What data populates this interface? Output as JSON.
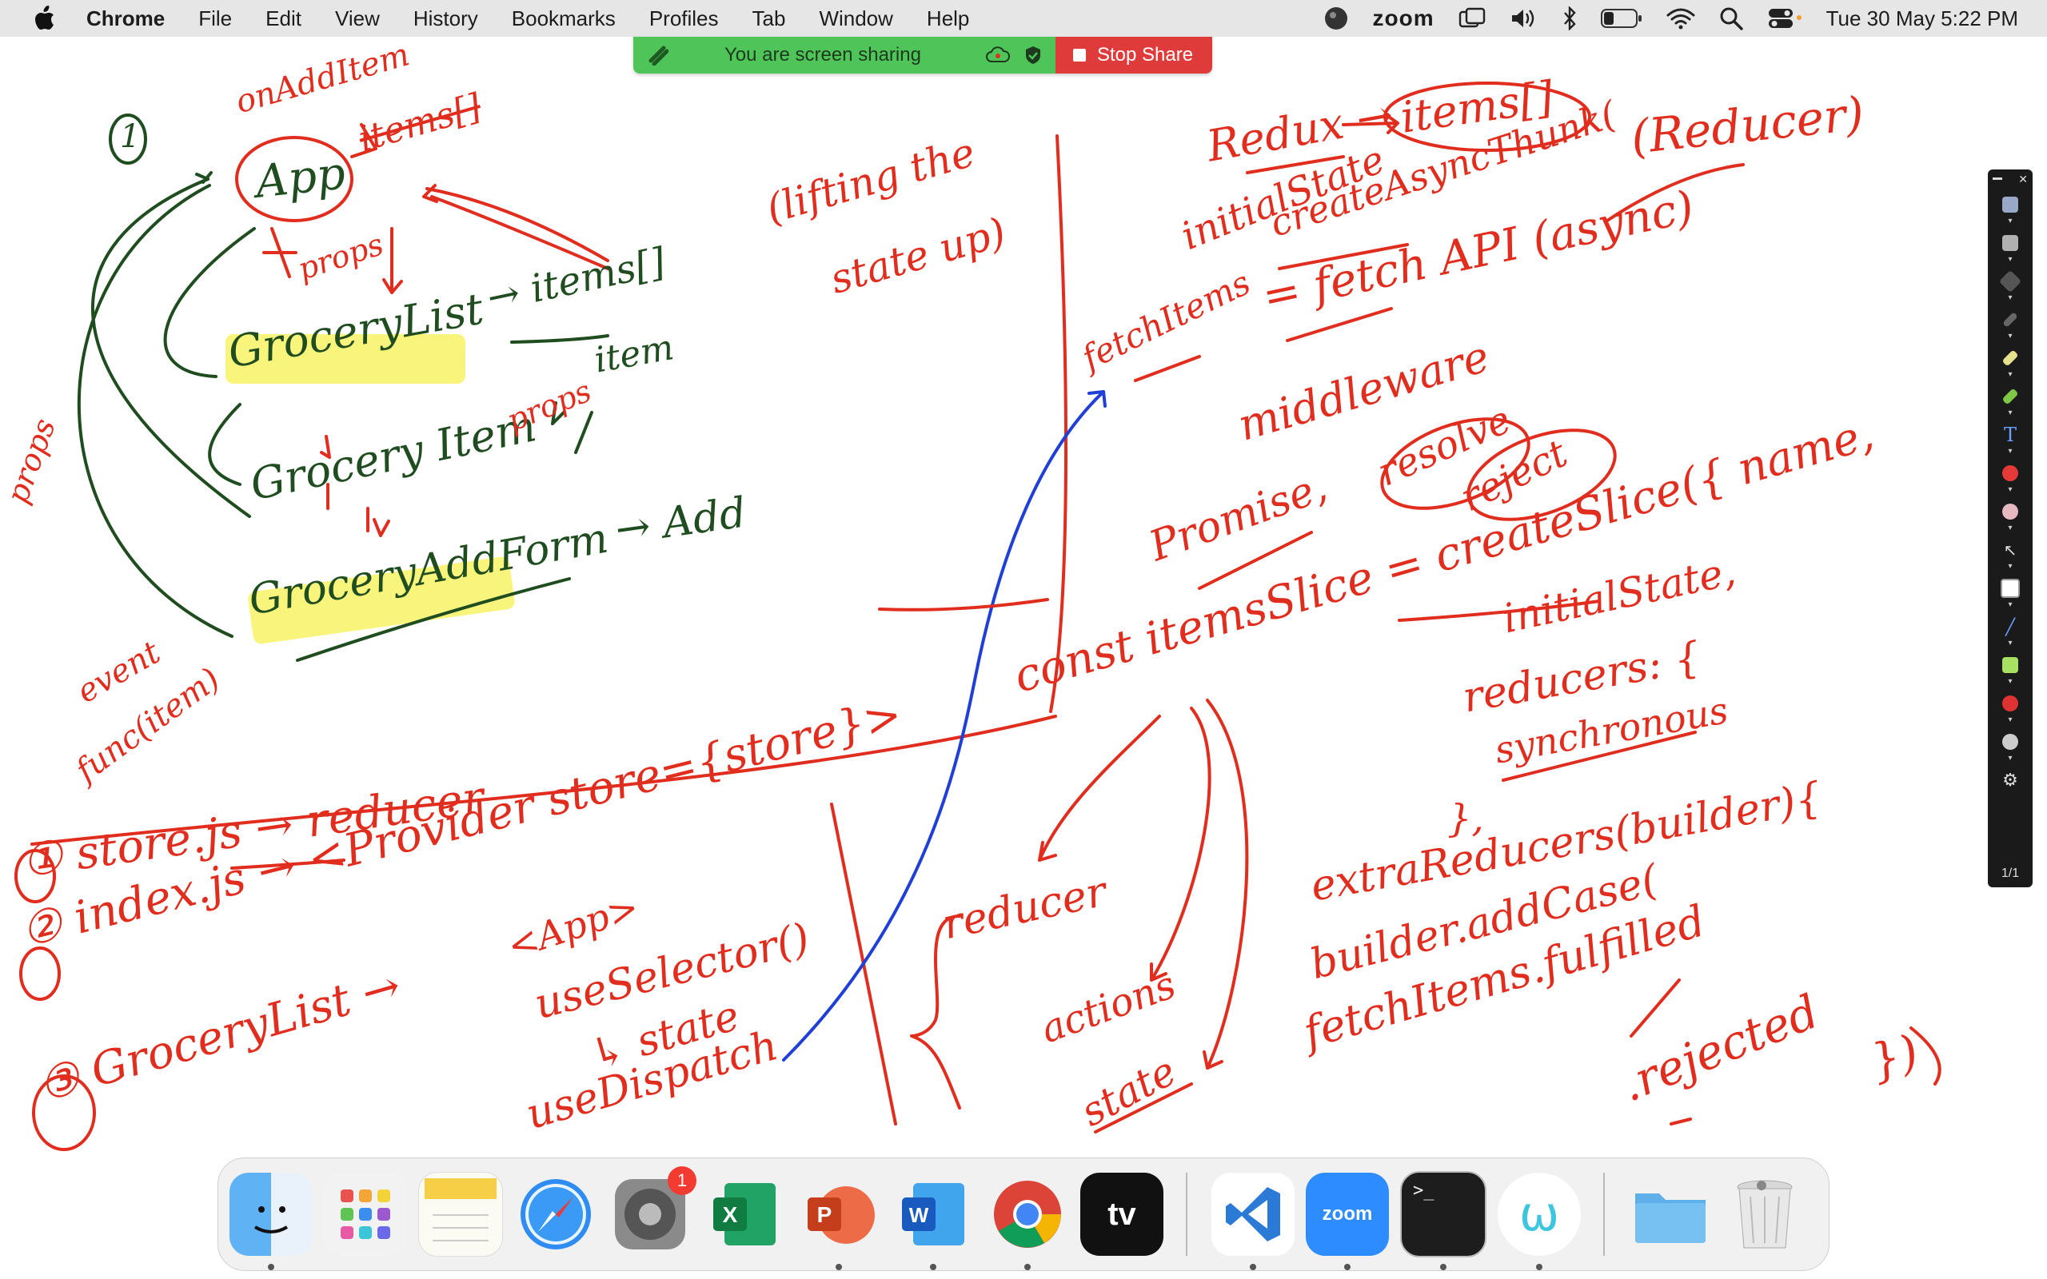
{
  "menubar": {
    "app_name": "Chrome",
    "items": [
      "File",
      "Edit",
      "View",
      "History",
      "Bookmarks",
      "Profiles",
      "Tab",
      "Window",
      "Help"
    ],
    "zoom_label": "zoom",
    "clock": "Tue 30 May  5:22 PM"
  },
  "share_bar": {
    "status": "You are screen sharing",
    "stop_label": "Stop Share"
  },
  "annotations": {
    "n1": "1",
    "app": "App",
    "on_add_item": "onAddItem",
    "items_struck": "items[]",
    "props_a": "props",
    "props_left": "props",
    "grocery_list": "GroceryList",
    "items_arr": "→ items[]",
    "lifting_1": "(lifting the",
    "lifting_2": "state up)",
    "props_b": "props",
    "item": "item",
    "grocery_item": "Grocery Item",
    "grocery_add_form": "GroceryAddForm",
    "add": "→ Add",
    "event": "event",
    "func_item": "func(item)",
    "redux": "Redux →",
    "items_redux": "items[]",
    "reducer_paren": "(Reducer)",
    "initial_state": "initialState",
    "create_async_thunk": "createAsyncThunk(",
    "fetch_items": "fetchItems",
    "fetch_api": "= fetch API (async)",
    "middleware": "middleware",
    "promise": "Promise,",
    "resolve": "resolve",
    "reject": "reject",
    "const_items_slice": "const itemsSlice = createSlice({ name,",
    "initial_state2": "initialState,",
    "reducers": "reducers: {",
    "synchronous": "synchronous",
    "close_brace": "},",
    "extra_reducers": "extraReducers(builder){",
    "builder_addcase": "builder.addCase(",
    "fetch_items_fulfilled": "fetchItems.fulfilled",
    "rejected": ".rejected",
    "close_paren": "})",
    "reducer": "reducer",
    "actions": "actions",
    "state": "state",
    "step1": "① store.js → reducer",
    "step2": "② index.js → <Provider store={store}>",
    "app_tag": "<App>",
    "step3": "③ GroceryList →",
    "use_selector": "useSelector()",
    "to_state": "↳ state",
    "use_dispatch": "useDispatch"
  },
  "annotation_toolbar": {
    "page": "1/1",
    "tools": [
      "select-icon",
      "spotlight-icon",
      "eraser-icon",
      "pen-icon",
      "highlighter-icon",
      "text-icon",
      "shape-icon",
      "stamp-icon",
      "arrow-icon",
      "fill-icon",
      "line-icon",
      "color-icon",
      "save-icon",
      "settings-icon"
    ],
    "colors": {
      "red": "#e02d1e",
      "green": "#1f4d1f",
      "blue": "#1f3fd6",
      "highlight": "#f5f050"
    }
  },
  "dock": {
    "apps": [
      "Finder",
      "Launchpad",
      "Notes",
      "Safari",
      "System Settings",
      "Excel",
      "PowerPoint",
      "Word",
      "Chrome",
      "Apple TV",
      "Visual Studio Code",
      "zoom",
      "Terminal",
      "Webex",
      "Folder",
      "Trash"
    ],
    "settings_badge": "1",
    "zoom_label": "zoom",
    "tv_label": "tv"
  }
}
